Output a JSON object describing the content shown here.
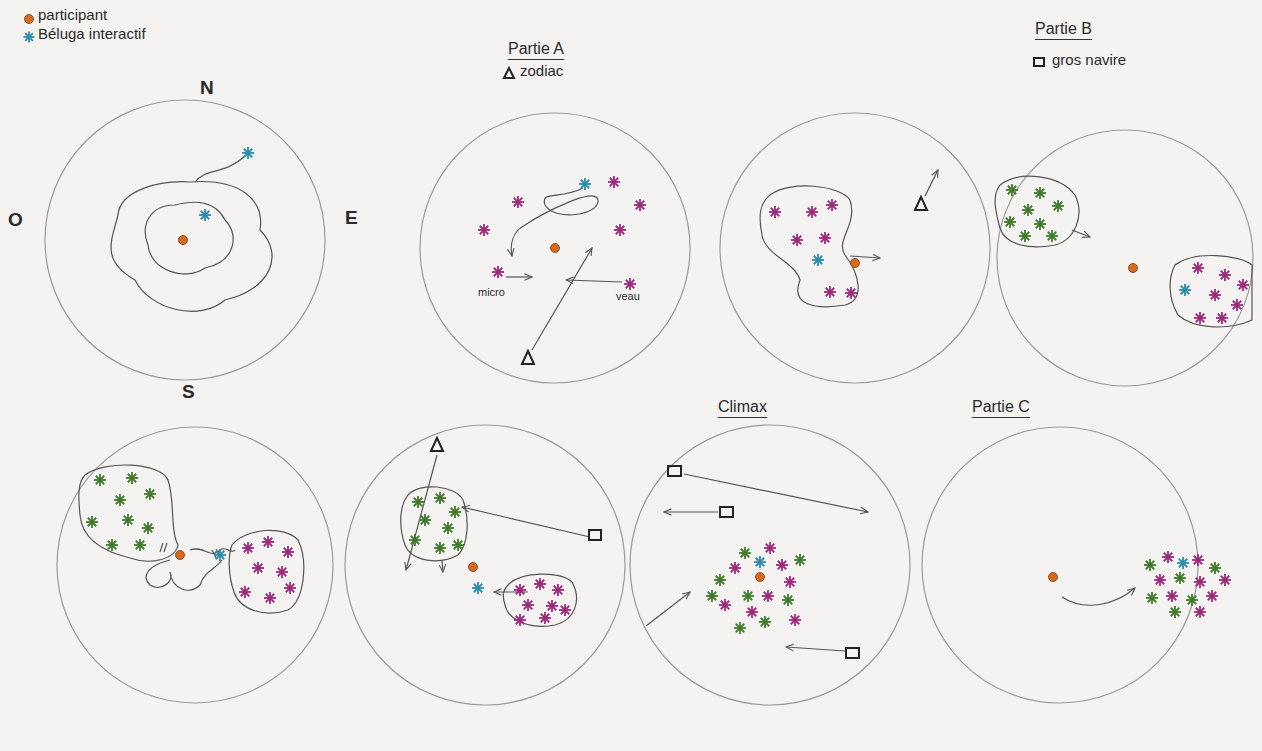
{
  "diagram": {
    "labels": [
      "N",
      "O",
      "E",
      "S",
      "Partie A",
      "Partie B",
      "Climax",
      "Partie C",
      "micro",
      "veau"
    ],
    "legend": [
      {
        "text": "participant",
        "color": "#d9691c"
      },
      {
        "text": "Béluga interactif",
        "color": "#2b8cab"
      },
      {
        "text": "zodiac"
      },
      {
        "text": "gros navire"
      }
    ]
  }
}
